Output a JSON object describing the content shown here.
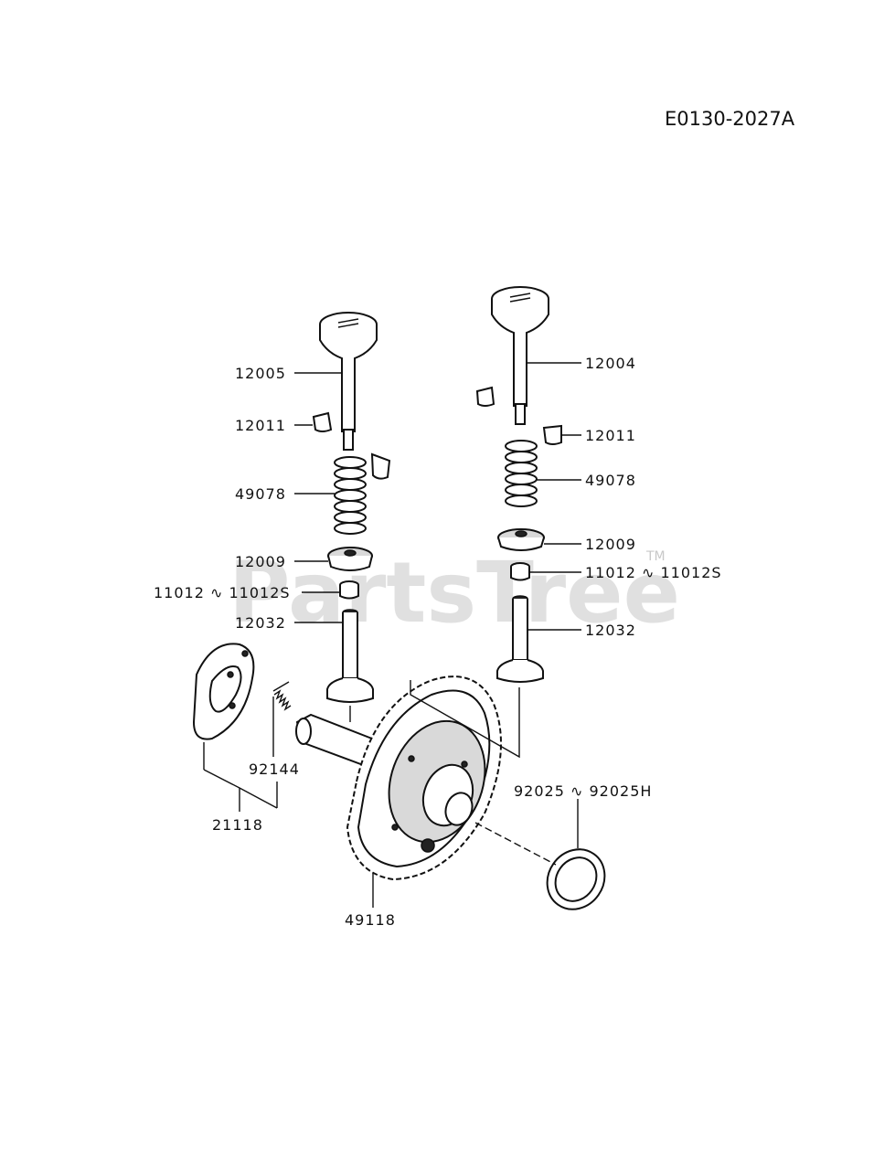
{
  "diagram": {
    "reference_code": "E0130-2027A",
    "watermark": "PartsTree",
    "watermark_tm": "TM",
    "parts": {
      "valve_left": "12005",
      "valve_right": "12004",
      "collet_left": "12011",
      "collet_right": "12011",
      "spring_left": "49078",
      "spring_right": "49078",
      "retainer_left": "12009",
      "retainer_right": "12009",
      "shim_left": "11012 ∿ 11012S",
      "shim_right": "11012 ∿ 11012S",
      "tappet_left": "12032",
      "tappet_right": "12032",
      "decomp_spring": "92144",
      "decomp_assy": "21118",
      "oil_seal": "92025 ∿ 92025H",
      "camshaft": "49118"
    }
  }
}
